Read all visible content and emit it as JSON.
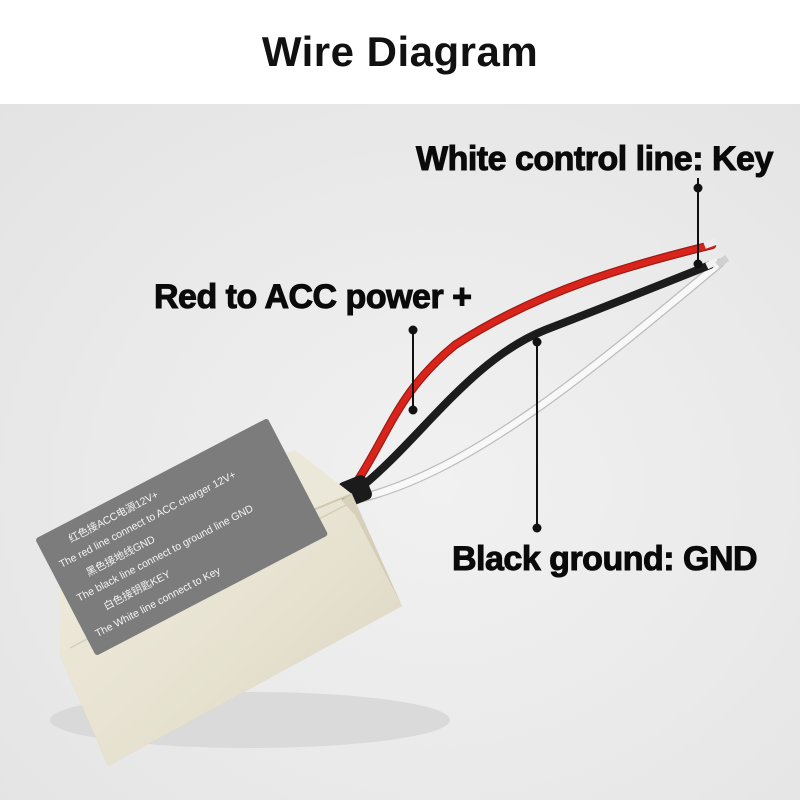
{
  "title": "Wire Diagram",
  "callouts": {
    "white": "White control line: Key",
    "red": "Red to ACC power +",
    "black": "Black ground: GND"
  },
  "module_label": {
    "lines": [
      "红色接ACC电源12V+",
      "The red line connect to ACC charger 12V+",
      "黑色接地线GND",
      "The black line connect to ground line GND",
      "白色接钥匙KEY",
      "The White line connect to Key"
    ]
  },
  "colors": {
    "red_wire": "#d9241c",
    "black_wire": "#1c1c1c",
    "white_wire": "#f7f7f7",
    "module_body": "#e7e3d3",
    "module_label": "#7c7c7c",
    "leader_line": "#111111"
  }
}
